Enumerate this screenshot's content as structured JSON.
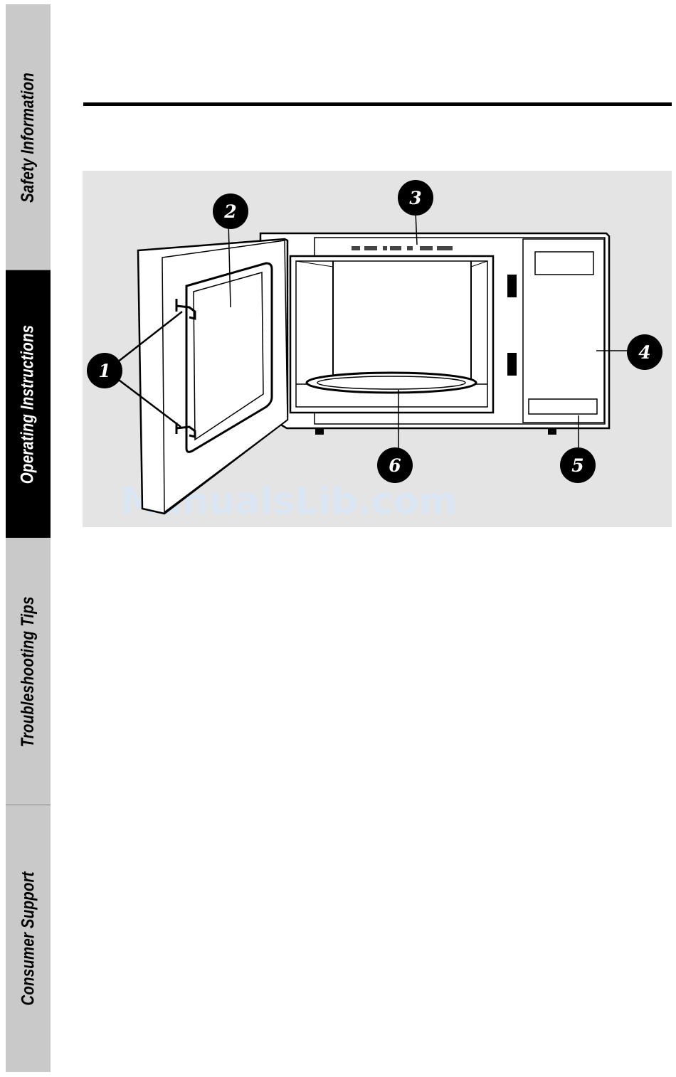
{
  "side_tabs": [
    {
      "label": "Safety Information",
      "active": false
    },
    {
      "label": "Operating Instructions",
      "active": true
    },
    {
      "label": "Troubleshooting Tips",
      "active": false
    },
    {
      "label": "Consumer Support",
      "active": false
    }
  ],
  "diagram": {
    "callouts": [
      "1",
      "2",
      "3",
      "4",
      "5",
      "6"
    ],
    "watermark": "ManualsLib.com"
  },
  "colors": {
    "tab_inactive": "#c9c9c9",
    "tab_active": "#000000",
    "diagram_background": "#e4e4e4",
    "appliance_fill": "#ffffff",
    "callout_fill": "#000000",
    "watermark": "#dbe6f4"
  }
}
